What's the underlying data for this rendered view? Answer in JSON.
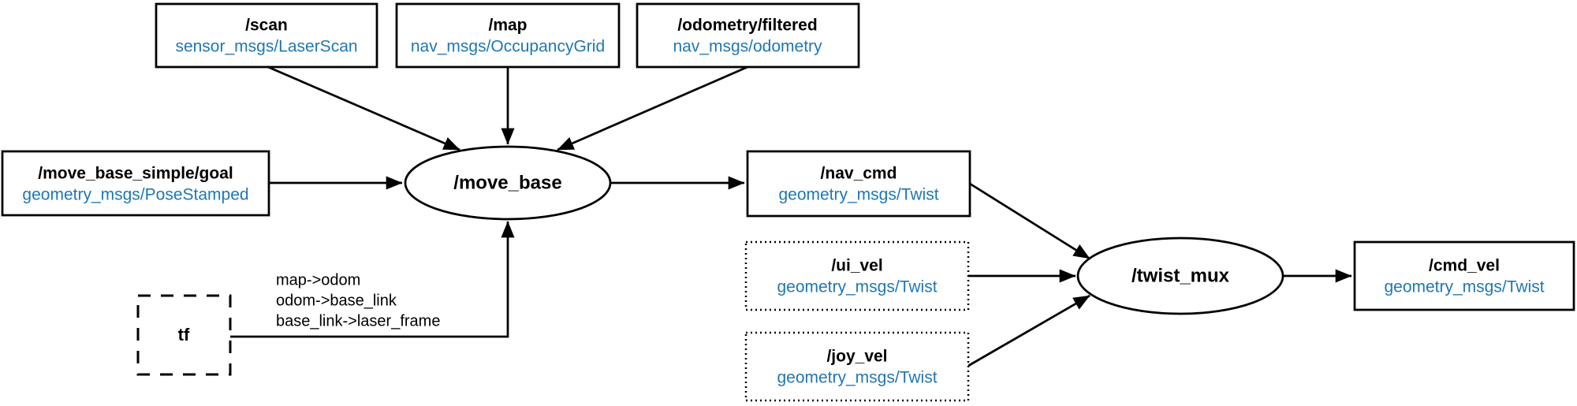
{
  "diagram_kind": "ros-node-topic-graph",
  "colors": {
    "background": "#ffffff",
    "border_and_edges": "#000000",
    "topic_name_text": "#000000",
    "message_type_text": "#1f77b4"
  },
  "nodes": {
    "scan": {
      "name": "/scan",
      "type": "sensor_msgs/LaserScan",
      "border": "solid"
    },
    "map": {
      "name": "/map",
      "type": "nav_msgs/OccupancyGrid",
      "border": "solid"
    },
    "odometry_filtered": {
      "name": "/odometry/filtered",
      "type": "nav_msgs/odometry",
      "border": "solid"
    },
    "move_base_simple_goal": {
      "name": "/move_base_simple/goal",
      "type": "geometry_msgs/PoseStamped",
      "border": "solid"
    },
    "move_base": {
      "name": "/move_base",
      "shape": "ellipse"
    },
    "tf": {
      "name": "tf",
      "border": "dashed",
      "transforms": [
        "map->odom",
        "odom->base_link",
        "base_link->laser_frame"
      ]
    },
    "nav_cmd": {
      "name": "/nav_cmd",
      "type": "geometry_msgs/Twist",
      "border": "solid"
    },
    "ui_vel": {
      "name": "/ui_vel",
      "type": "geometry_msgs/Twist",
      "border": "dotted"
    },
    "joy_vel": {
      "name": "/joy_vel",
      "type": "geometry_msgs/Twist",
      "border": "dotted"
    },
    "twist_mux": {
      "name": "/twist_mux",
      "shape": "ellipse"
    },
    "cmd_vel": {
      "name": "/cmd_vel",
      "type": "geometry_msgs/Twist",
      "border": "solid"
    }
  },
  "edges": [
    {
      "from": "/scan",
      "to": "/move_base"
    },
    {
      "from": "/map",
      "to": "/move_base"
    },
    {
      "from": "/odometry/filtered",
      "to": "/move_base"
    },
    {
      "from": "/move_base_simple/goal",
      "to": "/move_base"
    },
    {
      "from": "tf",
      "to": "/move_base"
    },
    {
      "from": "/move_base",
      "to": "/nav_cmd"
    },
    {
      "from": "/nav_cmd",
      "to": "/twist_mux"
    },
    {
      "from": "/ui_vel",
      "to": "/twist_mux"
    },
    {
      "from": "/joy_vel",
      "to": "/twist_mux"
    },
    {
      "from": "/twist_mux",
      "to": "/cmd_vel"
    }
  ]
}
